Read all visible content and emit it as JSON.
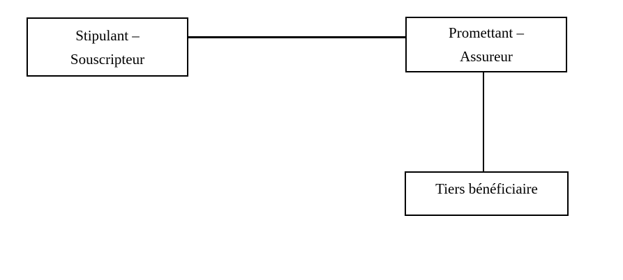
{
  "diagram": {
    "nodes": {
      "stipulant": {
        "line1": "Stipulant –",
        "line2": "Souscripteur"
      },
      "promettant": {
        "line1": "Promettant –",
        "line2": "Assureur"
      },
      "tiers": {
        "label": "Tiers bénéficiaire"
      }
    },
    "connectors": {
      "stipulant_promettant": "horizontal",
      "promettant_tiers": "vertical"
    },
    "colors": {
      "line": "#000000",
      "text": "#000000",
      "background": "#ffffff"
    }
  }
}
